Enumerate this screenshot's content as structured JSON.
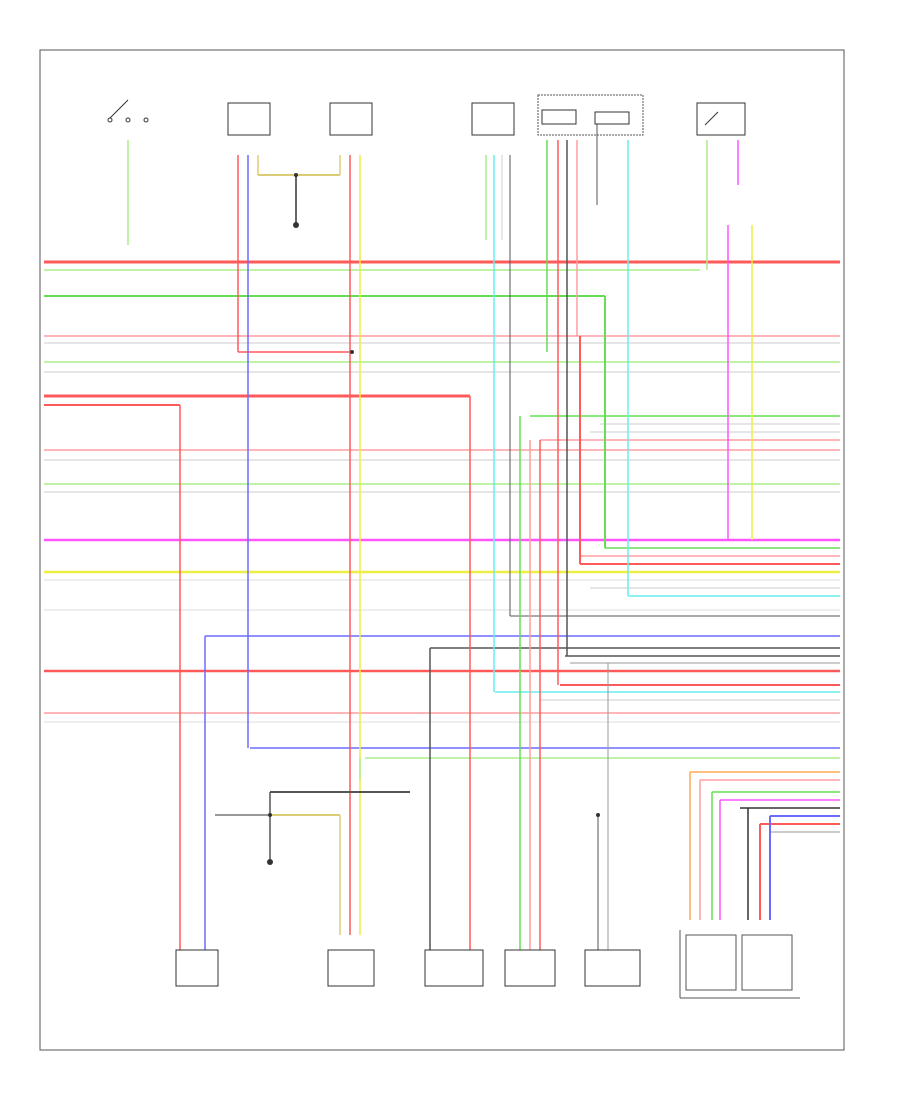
{
  "diagram": {
    "title": "",
    "footer_ref": "",
    "components_top": [
      {
        "id": "ignition-switch",
        "label": ""
      },
      {
        "id": "right-seat-position-sensor",
        "label": ""
      },
      {
        "id": "left-seat-position-sensor",
        "label": ""
      },
      {
        "id": "lumbar-unit",
        "label": ""
      },
      {
        "id": "left-power-seat-switch",
        "label": ""
      },
      {
        "id": "lumbar-switch",
        "label": ""
      }
    ],
    "components_bottom": [
      {
        "id": "stop-valve-right",
        "label": ""
      },
      {
        "id": "passenger-position-sensor",
        "label": ""
      },
      {
        "id": "stop-valve-left",
        "label": ""
      },
      {
        "id": "seat-belt-tension-sensor",
        "label": ""
      },
      {
        "id": "weight-sensor",
        "label": ""
      },
      {
        "id": "occupant-classification-unit",
        "label": ""
      }
    ],
    "sub_labels": [
      "",
      ""
    ],
    "ground_labels": [
      "",
      ""
    ],
    "colors": {
      "red": "#ff5a5a",
      "pink": "#ff9ea0",
      "green": "#66dd55",
      "light_green": "#aaee88",
      "yellow": "#eeee44",
      "violet": "#ff55ff",
      "blue": "#6b6bff",
      "cyan": "#66eeee",
      "orange": "#ffaa55",
      "tan": "#ddcc77",
      "black": "#333333",
      "gray": "#999999"
    }
  }
}
